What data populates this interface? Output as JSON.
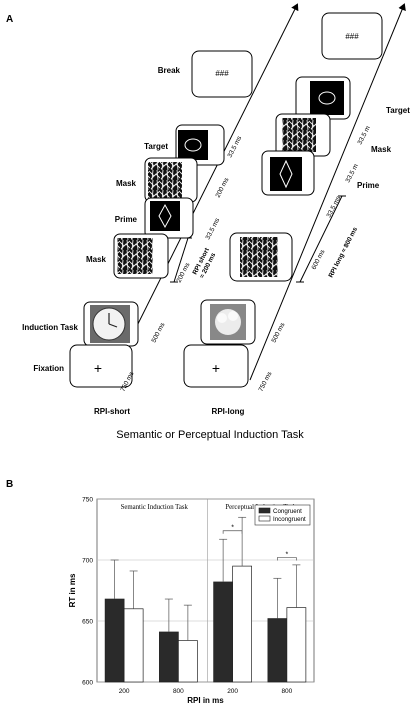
{
  "panel_a": {
    "letter": "A",
    "caption": "Semantic or Perceptual Induction Task",
    "short": {
      "axis_label": "RPI-short",
      "rows": {
        "break": {
          "label": "Break",
          "text": "###"
        },
        "target": {
          "label": "Target"
        },
        "mask_top": {
          "label": "Mask"
        },
        "prime": {
          "label": "Prime"
        },
        "mask_bottom": {
          "label": "Mask"
        },
        "induction": {
          "label": "Induction Task"
        },
        "fixation": {
          "label": "Fixation",
          "text": "+"
        }
      },
      "durations": {
        "fixation": "750 ms",
        "induction": "500 ms",
        "mask_bottom": "200 ms",
        "prime": "33.5 ms",
        "mask_top": "200 ms",
        "target": "33.5 ms"
      },
      "rpi_label": "RPI short\n≈ 200 ms"
    },
    "long": {
      "axis_label": "RPI-long",
      "rows": {
        "break": {
          "text": "###"
        },
        "target": {
          "label": "Target"
        },
        "mask": {
          "label": "Mask"
        },
        "prime": {
          "label": "Prime"
        },
        "fixation": {
          "text": "+"
        }
      },
      "durations": {
        "fixation": "750 ms",
        "induction": "500 ms",
        "mask_long": "600 ms",
        "prime": "33.5 ms",
        "mask": "33.5 m",
        "target": "33.5 m"
      },
      "rpi_label": "RPI long ≈ 800 ms"
    }
  },
  "panel_b": {
    "letter": "B",
    "chart_data": {
      "type": "bar",
      "ylabel": "RT in ms",
      "xlabel": "RPI in ms",
      "ylim": [
        600,
        750
      ],
      "yticks": [
        600,
        650,
        700,
        750
      ],
      "groups": [
        {
          "task": "Semantic Induction Task",
          "categories": [
            "200",
            "800"
          ]
        },
        {
          "task": "Perceptual Induction Task",
          "categories": [
            "200",
            "800"
          ]
        }
      ],
      "categories": [
        "200",
        "800",
        "200",
        "800"
      ],
      "series": [
        {
          "name": "Congruent",
          "color": "#2a2a2a",
          "values": [
            668,
            641,
            682,
            652
          ],
          "errors": [
            32,
            27,
            35,
            33
          ]
        },
        {
          "name": "Incongruent",
          "color": "#ffffff",
          "values": [
            660,
            634,
            695,
            661
          ],
          "errors": [
            31,
            29,
            40,
            35
          ]
        }
      ],
      "significance": [
        "*",
        "*"
      ],
      "legend_position": "top-right"
    }
  }
}
